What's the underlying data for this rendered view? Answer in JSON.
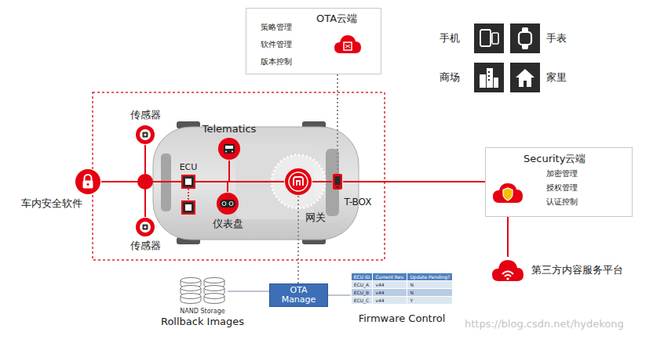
{
  "diagram": {
    "nodes": [
      {
        "text": [
          "OTA云端",
          "策略管理",
          "软件管理",
          "版本控制"
        ]
      },
      {
        "text": [
          "手机"
        ]
      },
      {
        "text": [
          "手表"
        ]
      },
      {
        "text": [
          "商场"
        ]
      },
      {
        "text": [
          "家里"
        ]
      },
      {
        "text": [
          "车内安全软件"
        ]
      },
      {
        "text": [
          "传感器"
        ]
      },
      {
        "text": [
          "Telematics"
        ]
      },
      {
        "text": [
          "ECU"
        ]
      },
      {
        "text": [
          "仪表盘"
        ]
      },
      {
        "text": [
          "网关"
        ]
      },
      {
        "text": [
          "T-BOX"
        ]
      },
      {
        "text": [
          "传感器"
        ]
      },
      {
        "text": [
          "Security云端",
          "加密管理",
          "授权管理",
          "认证控制"
        ]
      },
      {
        "text": [
          "第三方内容服务平台"
        ]
      },
      {
        "text": [
          "NAND Storage",
          "Rollback Images"
        ]
      },
      {
        "text": [
          "OTA Manage"
        ]
      },
      {
        "text": [
          "Firmware Control"
        ]
      }
    ],
    "edges": [
      {
        "from": 0,
        "to": 11,
        "arrow": "none"
      },
      {
        "from": 5,
        "to": 8,
        "arrow": "none"
      },
      {
        "from": 6,
        "to": 8,
        "arrow": "none"
      },
      {
        "from": 12,
        "to": 8,
        "arrow": "none"
      },
      {
        "from": 7,
        "to": 10,
        "arrow": "none"
      },
      {
        "from": 9,
        "to": 10,
        "arrow": "none"
      },
      {
        "from": 8,
        "to": 10,
        "arrow": "none"
      },
      {
        "from": 10,
        "to": 11,
        "arrow": "none"
      },
      {
        "from": 11,
        "to": 13,
        "arrow": "none"
      },
      {
        "from": 13,
        "to": 14,
        "arrow": "none"
      },
      {
        "from": 10,
        "to": 16,
        "arrow": "none"
      },
      {
        "from": 15,
        "to": 16,
        "arrow": "none"
      },
      {
        "from": 16,
        "to": 17,
        "arrow": "none"
      }
    ],
    "labels": [
      "ECU ID",
      "Current Rev.",
      "Update Pending?",
      "ECU_A",
      "v44",
      "N",
      "ECU_B",
      "v44",
      "N",
      "ECU_C",
      "v44",
      "Y",
      "https://blog.csdn.net/hydekong"
    ]
  }
}
